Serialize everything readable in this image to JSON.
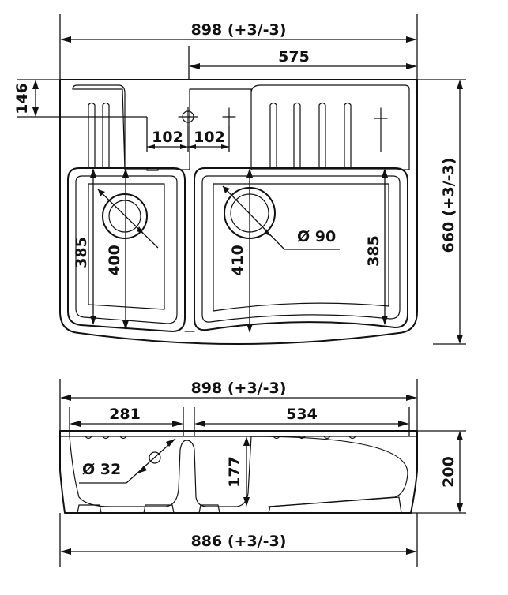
{
  "top_view": {
    "overall_width": "898 (+3/-3)",
    "bowls_span": "575",
    "tap_offset": "146",
    "tap_hole_left": "102",
    "tap_hole_right": "102",
    "left_bowl_depth_inner": "385",
    "left_bowl_depth_outer": "400",
    "right_bowl_depth_outer": "410",
    "drain_diameter": "Ø 90",
    "right_bowl_depth_inner": "385",
    "overall_depth": "660 (+3/-3)"
  },
  "side_view": {
    "overall_width": "898 (+3/-3)",
    "left_bowl_width": "281",
    "right_bowl_width": "534",
    "overflow_diameter": "Ø 32",
    "bowl_depth": "177",
    "overall_height": "200",
    "base_width": "886 (+3/-3)"
  }
}
